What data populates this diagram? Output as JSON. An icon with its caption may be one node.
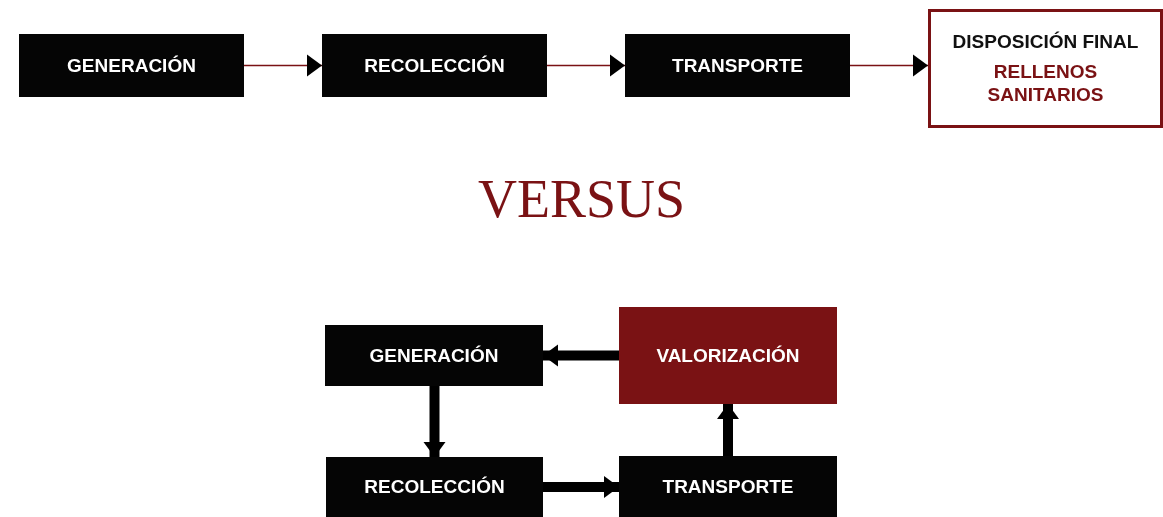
{
  "diagram": {
    "nodes": [
      {
        "text": [
          "GENERACIÓN"
        ]
      },
      {
        "text": [
          "RECOLECCIÓN"
        ]
      },
      {
        "text": [
          "TRANSPORTE"
        ]
      },
      {
        "text": [
          "DISPOSICIÓN FINAL",
          "RELLENOS SANITARIOS"
        ]
      },
      {
        "text": [
          "GENERACIÓN"
        ]
      },
      {
        "text": [
          "VALORIZACIÓN"
        ]
      },
      {
        "text": [
          "RECOLECCIÓN"
        ]
      },
      {
        "text": [
          "TRANSPORTE"
        ]
      }
    ],
    "edges": [
      {
        "from": 0,
        "to": 1,
        "arrow": "to",
        "color": "#7a1214"
      },
      {
        "from": 1,
        "to": 2,
        "arrow": "to",
        "color": "#7a1214"
      },
      {
        "from": 2,
        "to": 3,
        "arrow": "to",
        "color": "#7a1214"
      },
      {
        "from": 5,
        "to": 4,
        "arrow": "to"
      },
      {
        "from": 4,
        "to": 6,
        "arrow": "to"
      },
      {
        "from": 6,
        "to": 7,
        "arrow": "to"
      },
      {
        "from": 7,
        "to": 5,
        "arrow": "to"
      }
    ],
    "labels": [
      "VERSUS"
    ]
  }
}
